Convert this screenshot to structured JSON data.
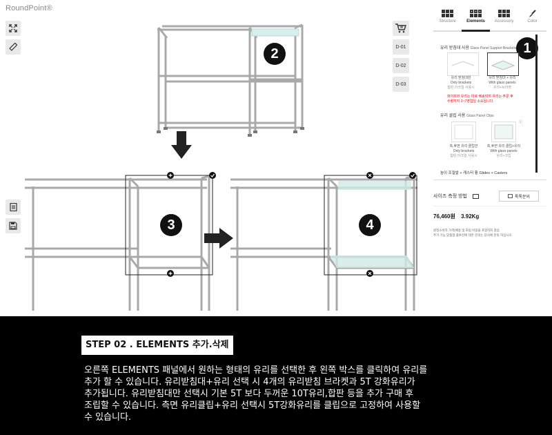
{
  "app": {
    "logo": "RoundPoint®"
  },
  "canvas": {
    "left_tools": [
      {
        "name": "fullscreen-icon"
      },
      {
        "name": "ruler-icon"
      }
    ],
    "left_tools_lower": [
      {
        "name": "document-icon"
      },
      {
        "name": "save-icon"
      }
    ],
    "right_tools": {
      "cart_icon": "cart-icon",
      "views": [
        "D-01",
        "D-02",
        "D-03"
      ]
    },
    "callouts": [
      "2",
      "3",
      "4"
    ]
  },
  "panel": {
    "tabs": [
      {
        "label": "Structure",
        "active": false
      },
      {
        "label": "Elements",
        "active": true
      },
      {
        "label": "Accessory",
        "active": false
      },
      {
        "label": "Color",
        "active": false
      }
    ],
    "callout": "1",
    "section1_title": "유리 받침대 사용",
    "section1_title_en": "Glass Panel Support Brackets",
    "option1": {
      "label": "유리 받침대만",
      "label_en": "Only brackets",
      "note": "합판,아크릴 사용시"
    },
    "option2": {
      "label": "유리 받침대 + 유리",
      "label_en": "With glass panels",
      "note": "유리+브라켓"
    },
    "warning_line1": "파이프와 유리는 따로 배송되며 유리는 주문 후",
    "warning_line2": "수령까지 3~7영업일 소요됩니다.",
    "section2_title": "유리 클립 사용",
    "section2_title_en": "Glass Panel Clips",
    "option3": {
      "label": "측,후면 유리 클립만",
      "label_en": "Only brackets",
      "note": "합판,아크릴 사용시"
    },
    "option4": {
      "label": "측,후면 유리 클립+유리",
      "label_en": "With glass panels",
      "note": "유리+크립"
    },
    "section3_title": "높이 조절발 + 캐스터 휠",
    "section3_title_en": "Glides + Casters",
    "size_label": "사이즈 측정 방법",
    "inquiry_label": "톡톡문의",
    "price": "76,460원",
    "weight": "3.92Kg",
    "notice_line1": "원정소비자 가격(배송 및 조립 비용을 포함하지 않음",
    "notice_line2": "추가 기능,맞춤형 플루션에 대한 문의는 당사에 문의 하십시오."
  },
  "footer": {
    "step_title": "STEP 02 .  ELEMENTS 추가.삭제",
    "desc_lines": [
      "오른쪽 ELEMENTS 패널에서 원하는 형태의 유리를 선택한 후 왼쪽 박스를 클릭하여 유리를",
      "추가 할 수 있습니다. 유리받침대+유리 선택 시 4개의 유리받침 브라켓과 5T 강화유리가",
      "추가됩니다. 유리받침대만 선택시 기본 5T 보다 두꺼운 10T유리,합판 등을 추가 구매 후",
      "조립할 수 있습니다. 측면 유리클립+유리 선택시 5T강화유리를 클립으로 고정하여 사용할",
      "수 있습니다."
    ]
  },
  "colors": {
    "accent": "#111111",
    "warning": "#e60012",
    "glass": "#cfe9e6",
    "band": "#000000"
  }
}
